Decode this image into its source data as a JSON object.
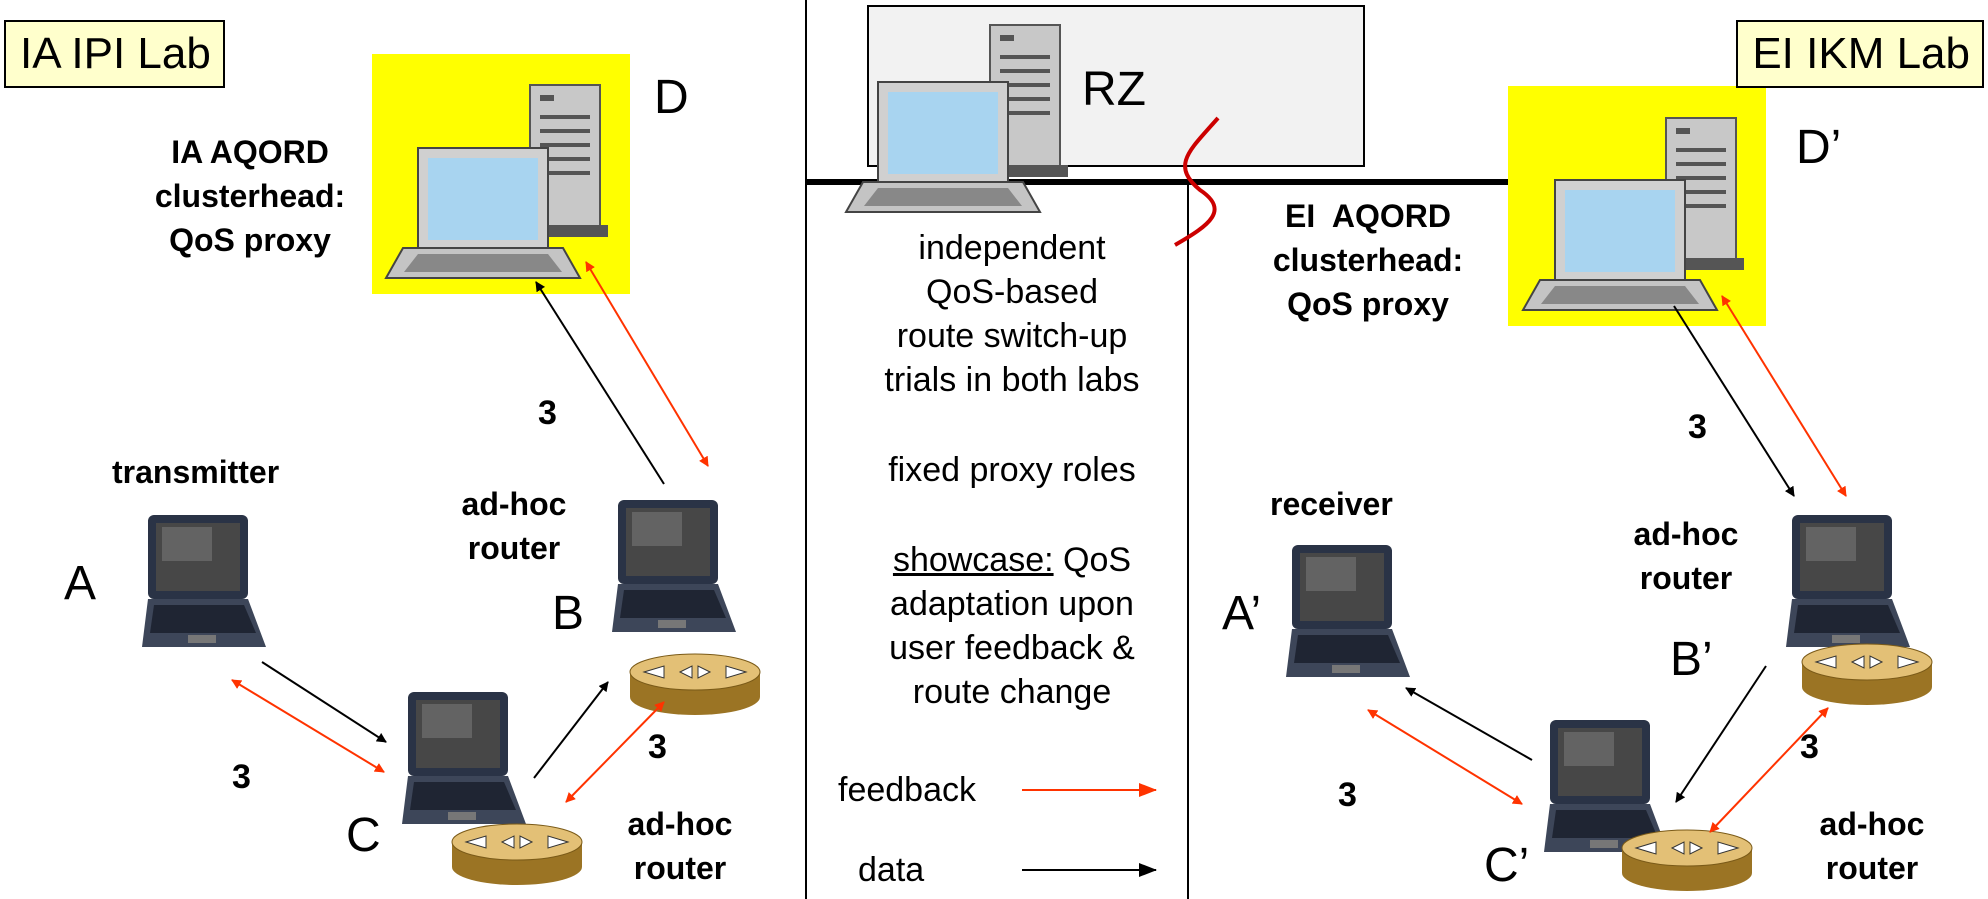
{
  "labs": {
    "left": "IA IPI Lab",
    "right": "EI IKM Lab"
  },
  "rz": "RZ",
  "nodes": {
    "D": "D",
    "D_prime": "D’",
    "A": "A",
    "B": "B",
    "C": "C",
    "A_prime": "A’",
    "B_prime": "B’",
    "C_prime": "C’"
  },
  "clusterhead_left": [
    "IA AQORD",
    "clusterhead:",
    "QoS proxy"
  ],
  "clusterhead_right": [
    "EI  AQORD",
    "clusterhead:",
    "QoS proxy"
  ],
  "transmitter": "transmitter",
  "receiver": "receiver",
  "adhoc_router": [
    "ad-hoc",
    "router"
  ],
  "hop": "3",
  "center_text": {
    "trials": [
      "independent",
      "QoS-based",
      "route switch-up",
      "trials in both labs"
    ],
    "roles": "fixed proxy roles",
    "showcase_label": "showcase:",
    "showcase_rest": " QoS",
    "showcase_lines": [
      "adaptation upon",
      "user feedback &",
      "route change"
    ]
  },
  "legend": {
    "feedback": "feedback",
    "data": "data"
  },
  "colors": {
    "feedback": "#ff3300",
    "data": "#000000",
    "highlight": "#ffff00",
    "lab_tag": "#ffffcc",
    "rz_box": "#f2f2f2",
    "wan": "#cc0000"
  }
}
